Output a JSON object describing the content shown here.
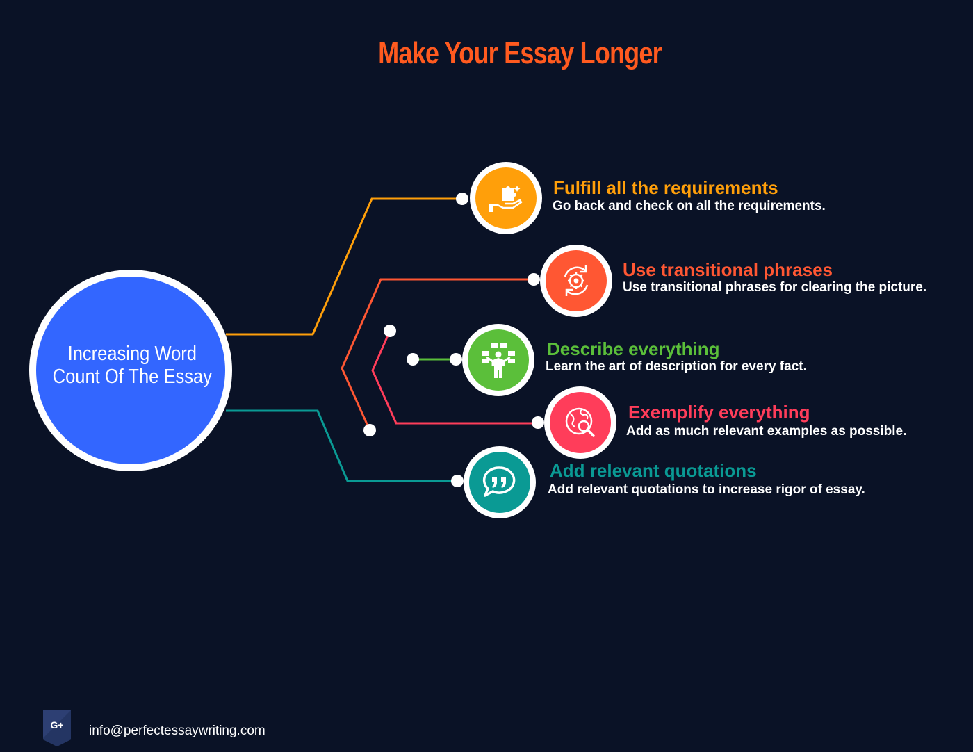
{
  "title": "Make Your Essay Longer",
  "hub": {
    "label_line1": "Increasing Word",
    "label_line2": "Count Of The Essay"
  },
  "items": [
    {
      "title": "Fulfill all the requirements",
      "desc": "Go back and check on all the requirements.",
      "color": "#ff9f0a",
      "icon": "hand-puzzle-icon"
    },
    {
      "title": "Use transitional phrases",
      "desc": "Use transitional phrases for clearing the picture.",
      "color": "#ff5733",
      "icon": "gear-cycle-icon"
    },
    {
      "title": "Describe everything",
      "desc": "Learn the art of description for every fact.",
      "color": "#5bbf3a",
      "icon": "presenter-icon"
    },
    {
      "title": "Exemplify everything",
      "desc": "Add as much relevant examples as possible.",
      "color": "#ff3d5a",
      "icon": "globe-search-icon"
    },
    {
      "title": "Add relevant quotations",
      "desc": "Add relevant quotations to increase rigor of essay.",
      "color": "#0a9a94",
      "icon": "quote-bubble-icon"
    }
  ],
  "colors": {
    "background": "#0a1226",
    "title": "#ff5a1f",
    "hub": "#3366ff"
  },
  "footer": {
    "badge": "G+",
    "email": "info@perfectessaywriting.com"
  }
}
